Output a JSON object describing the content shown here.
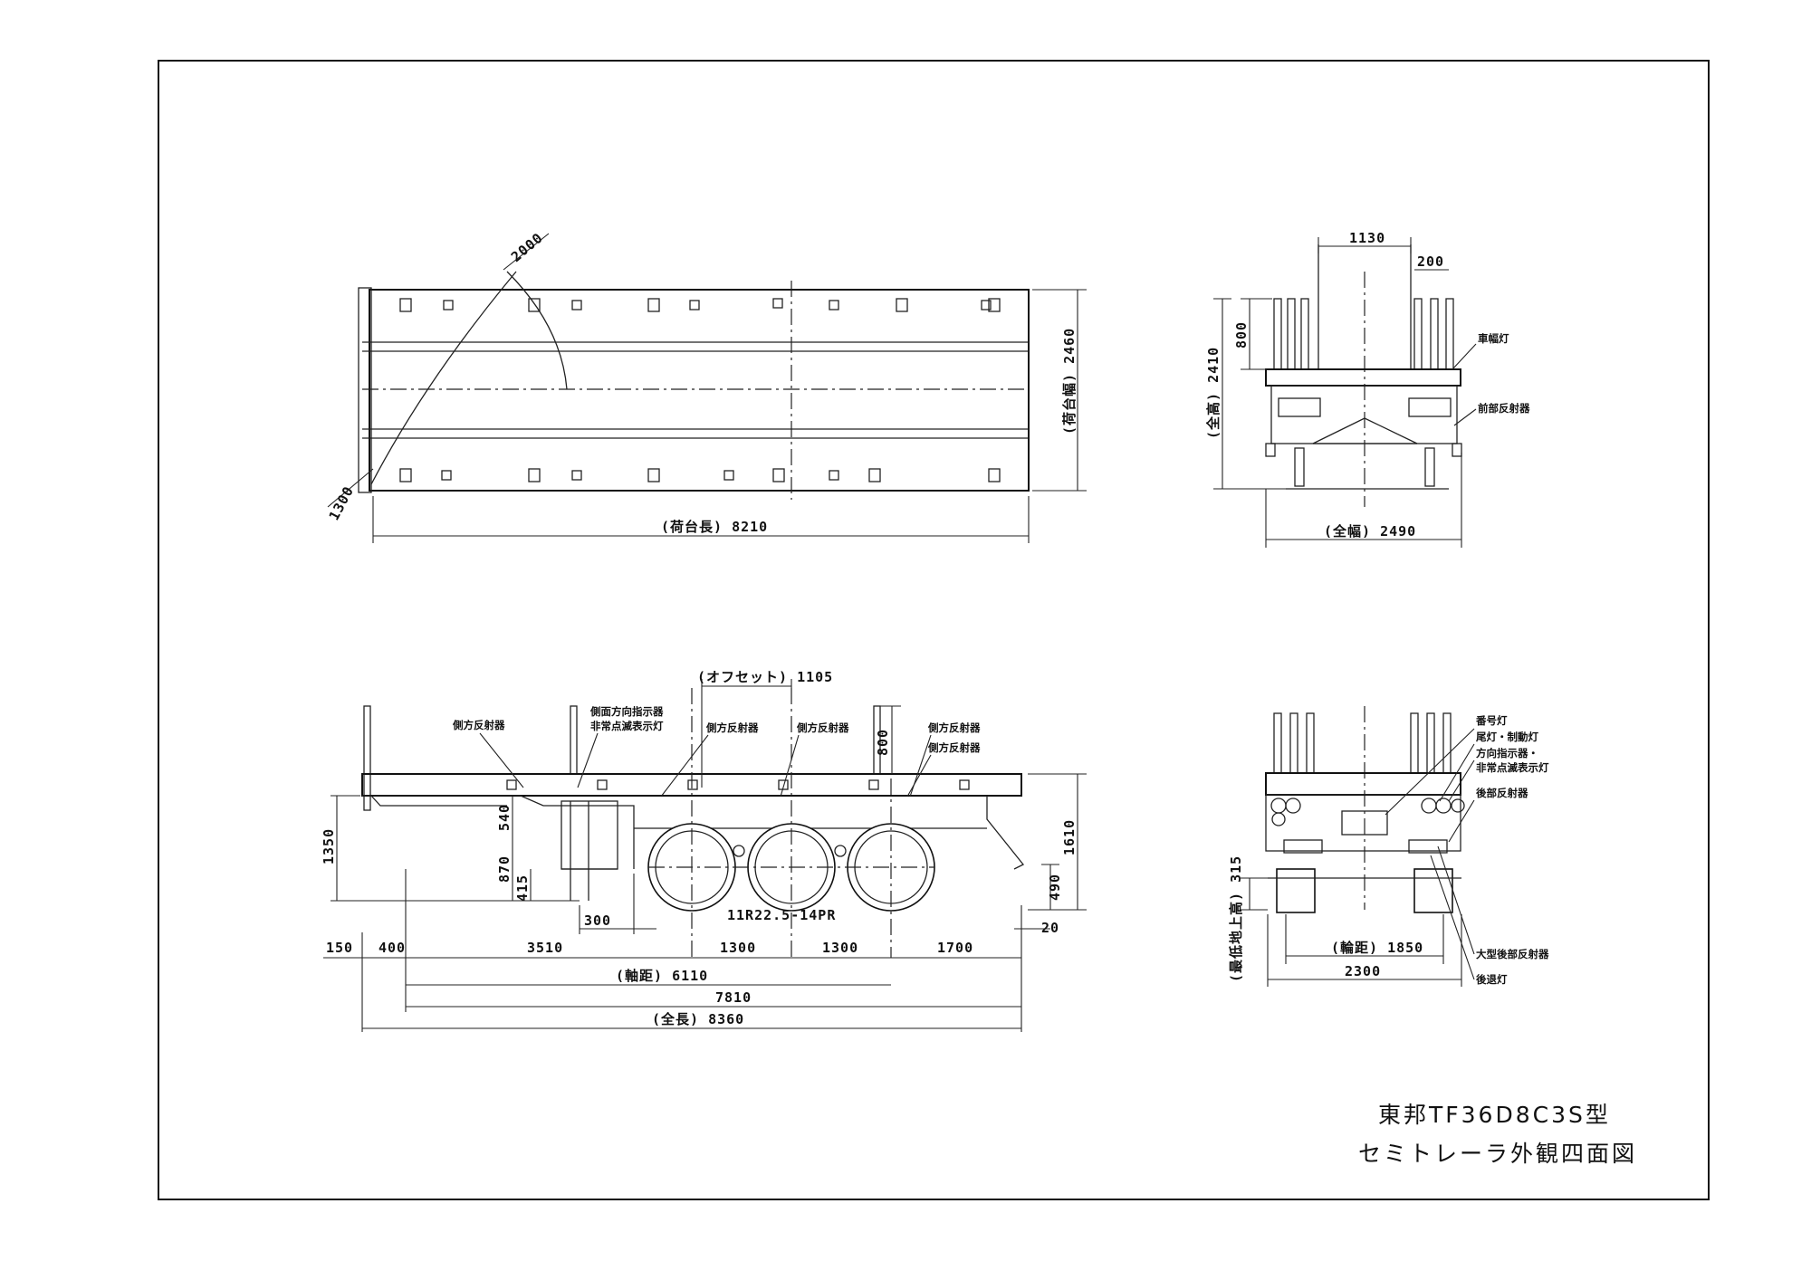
{
  "title": {
    "model": "東邦TF36D8C3S型",
    "subtitle": "セミトレーラ外観四面図"
  },
  "plan_view": {
    "dims": {
      "swing_radius": "2000",
      "kingpin_to_front": "1300",
      "deck_width": "(荷台幅) 2460",
      "deck_length": "(荷台長) 8210"
    }
  },
  "front_view": {
    "dims": {
      "stanchion_spacing": "1130",
      "stanchion_width": "200",
      "stanchion_height": "800",
      "overall_height": "(全高) 2410",
      "overall_width": "(全幅) 2490"
    },
    "labels": {
      "width_lamp": "車幅灯",
      "front_reflector": "前部反射器"
    }
  },
  "side_view": {
    "dims": {
      "offset": "(オフセット) 1105",
      "stanchion_h": "800",
      "deck_height": "1350",
      "coupler_h": "540",
      "frame_h": "870",
      "leg_h": "415",
      "rear_height": "1610",
      "rear_bumper_h": "490",
      "leg_offset": "300",
      "rear_overhang_small": "20",
      "tire": "11R22.5-14PR",
      "d150": "150",
      "d400": "400",
      "d3510": "3510",
      "d1300a": "1300",
      "d1300b": "1300",
      "d1700": "1700",
      "wheelbase": "(軸距) 6110",
      "d7810": "7810",
      "overall_length": "(全長) 8360"
    },
    "labels": {
      "side_reflector_1": "側方反射器",
      "side_turn_1": "側面方向指示器",
      "side_turn_2": "非常点滅表示灯",
      "side_reflector_2": "側方反射器",
      "side_reflector_3": "側方反射器",
      "side_reflector_4": "側方反射器",
      "side_reflector_5": "側方反射器"
    }
  },
  "rear_view": {
    "dims": {
      "underrun_h": "(最低地上高) 315",
      "track": "(輪距) 1850",
      "rear_width": "2300"
    },
    "labels": {
      "plate_lamp": "番号灯",
      "tail_brake": "尾灯・制動灯",
      "turn_1": "方向指示器・",
      "turn_2": "非常点滅表示灯",
      "rear_reflector": "後部反射器",
      "large_rear_reflector": "大型後部反射器",
      "reverse_lamp": "後退灯"
    }
  }
}
